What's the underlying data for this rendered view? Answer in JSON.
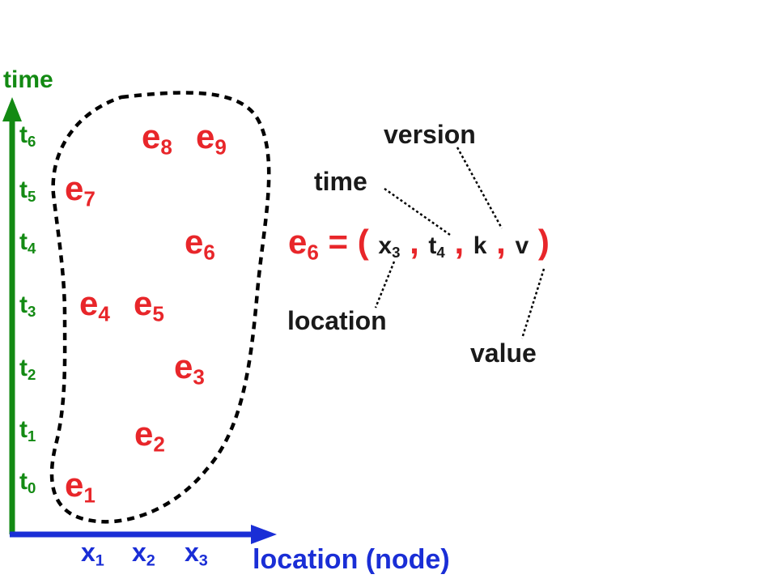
{
  "axes": {
    "time_label": "time",
    "location_label": "location (node)",
    "time_ticks": [
      {
        "t": "t",
        "s": "6"
      },
      {
        "t": "t",
        "s": "5"
      },
      {
        "t": "t",
        "s": "4"
      },
      {
        "t": "t",
        "s": "3"
      },
      {
        "t": "t",
        "s": "2"
      },
      {
        "t": "t",
        "s": "1"
      },
      {
        "t": "t",
        "s": "0"
      }
    ],
    "location_ticks": [
      {
        "t": "x",
        "s": "1"
      },
      {
        "t": "x",
        "s": "2"
      },
      {
        "t": "x",
        "s": "3"
      }
    ],
    "time_axis_color": "#138a13",
    "location_axis_color": "#1a2ed6"
  },
  "events": [
    {
      "t": "e",
      "s": "8"
    },
    {
      "t": "e",
      "s": "9"
    },
    {
      "t": "e",
      "s": "7"
    },
    {
      "t": "e",
      "s": "6"
    },
    {
      "t": "e",
      "s": "4"
    },
    {
      "t": "e",
      "s": "5"
    },
    {
      "t": "e",
      "s": "3"
    },
    {
      "t": "e",
      "s": "2"
    },
    {
      "t": "e",
      "s": "1"
    }
  ],
  "event_color": "#e8262a",
  "tuple": {
    "lhs": {
      "t": "e",
      "s": "6"
    },
    "eq_open": "= (",
    "x": {
      "t": "x",
      "s": "3"
    },
    "comma": ",",
    "time": {
      "t": "t",
      "s": "4"
    },
    "k": "k",
    "v": "v",
    "close": ")"
  },
  "annotations": {
    "version": "version",
    "time": "time",
    "location": "location",
    "value": "value"
  }
}
